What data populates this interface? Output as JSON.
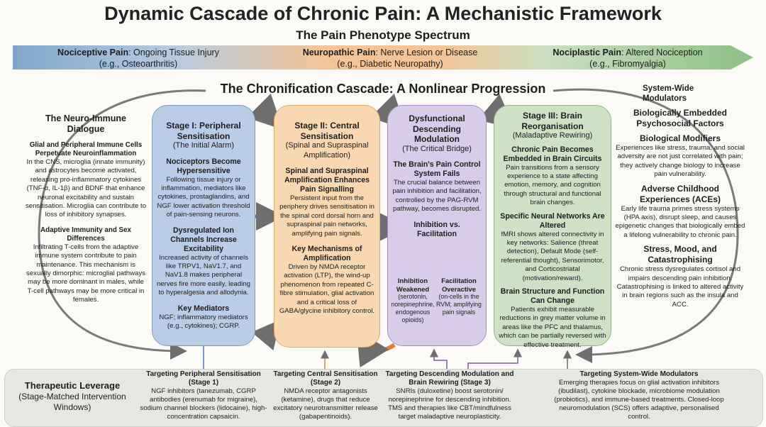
{
  "title": "Dynamic Cascade of Chronic Pain: A Mechanistic Framework",
  "spectrum": {
    "title": "The Pain Phenotype Spectrum",
    "items": [
      {
        "name": "Nociceptive Pain",
        "desc": ": Ongoing Tissue Injury",
        "example": "(e.g., Osteoarthritis)",
        "color": "#7fa6c9"
      },
      {
        "name": "Neuropathic Pain",
        "desc": ": Nerve Lesion or Disease",
        "example": "(e.g., Diabetic Neuropathy)",
        "color": "#f0b47e"
      },
      {
        "name": "Nociplastic Pain",
        "desc": ": Altered Nociception",
        "example": "(e.g., Fibromyalgia)",
        "color": "#9cc491"
      }
    ]
  },
  "cascade_title": "The Chronification Cascade: A Nonlinear Progression",
  "neuro_immune": {
    "title": "The Neuro-Immune Dialogue",
    "sections": [
      {
        "heading": "Glial and Peripheral Immune Cells Perpetuate Neuroinflammation",
        "body": "In the CNS, microglia (innate immunity) and astrocytes become activated, releasing pro-inflammatory cytokines (TNF-α, IL-1β) and BDNF that enhance neuronal excitability and sustain sensitisation. Microglia can contribute to loss of inhibitory synapses."
      },
      {
        "heading": "Adaptive Immunity and Sex Differences",
        "body": "Infiltrating T-cells from the adaptive immune system contribute to pain maintenance. This mechanism is sexually dimorphic: microglial pathways may be more dominant in males, while T-cell pathways may be more critical in females."
      }
    ]
  },
  "stage1": {
    "title": "Stage I: Peripheral Sensitisation",
    "subtitle": "(The Initial Alarm)",
    "color": "#b9cde6",
    "sections": [
      {
        "heading": "Nociceptors Become Hypersensitive",
        "body": "Following tissue injury or inflammation, mediators like cytokines, prostaglandins, and NGF lower activation threshold of pain-sensing neurons."
      },
      {
        "heading": "Dysregulated Ion Channels Increase Excitability",
        "body": "Increased activity of channels like TRPV1, NaV1.7, and NaV1.8 makes peripheral nerves fire more easily, leading to hyperalgesia and allodynia."
      },
      {
        "heading": "Key Mediators",
        "body": "NGF; inflammatory mediators (e.g., cytokines); CGRP."
      }
    ]
  },
  "stage2": {
    "title": "Stage II: Central Sensitisation",
    "subtitle": "(Spinal and Supraspinal Amplification)",
    "color": "#f8d7b2",
    "sections": [
      {
        "heading": "Spinal and Supraspinal Amplification Enhances Pain Signalling",
        "body": "Persistent input from the periphery drives sensitisation in the spinal cord dorsal horn and supraspinal pain networks, amplifying pain signals."
      },
      {
        "heading": "Key Mechanisms of Amplification",
        "body": "Driven by NMDA receptor activation (LTP), the wind-up phenomenon from repeated C-fibre stimulation, glial activation and a critical loss of GABA/glycine inhibitory control."
      }
    ]
  },
  "modulation": {
    "title": "Dysfunctional Descending Modulation",
    "subtitle": "(The Critical Bridge)",
    "color": "#d9cce8",
    "sections": [
      {
        "heading": "The Brain's Pain Control System Fails",
        "body": "The crucial balance between pain inhibition and facilitation, controlled by the PAG-RVM pathway, becomes disrupted."
      }
    ],
    "balance_title": "Inhibition vs. Facilitation",
    "inhibition": {
      "heading": "Inhibition Weakened",
      "body": "(serotonin, norepinephrine, endogenous opioids)",
      "color": "#b8433a"
    },
    "facilitation": {
      "heading": "Facilitation Overactive",
      "body": "(on-cells in the RVM; amplifying pain signals",
      "color": "#5e9b57"
    }
  },
  "stage3": {
    "title": "Stage III: Brain Reorganisation",
    "subtitle": "(Maladaptive Rewiring)",
    "color": "#cfe1c5",
    "sections": [
      {
        "heading": "Chronic Pain Becomes Embedded in Brain Circuits",
        "body": "Pain transitions from a sensory experience to a state affecting emotion, memory, and cognition through structural and functional brain changes."
      },
      {
        "heading": "Specific Neural Networks Are Altered",
        "body": "fMRI shows altered connectivity in key networks: Salience (threat detection), Default Mode (self-referential thought), Sensorimotor, and Corticostriatal (motivation/reward)."
      },
      {
        "heading": "Brain Structure and Function Can Change",
        "body": "Patients exhibit measurable reductions in grey matter volume in areas like the PFC and thalamus, which can be partially reversed with effective treatment."
      }
    ]
  },
  "system_wide": {
    "title": "System-Wide Modulators",
    "subtitle": "Biologically Embedded Psychosocial Factors",
    "sections": [
      {
        "heading": "Biological Modifiers",
        "body": "Experiences like stress, trauma, and social adversity are not just correlated with pain; they actively change biology to increase pain vulnerability."
      },
      {
        "heading": "Adverse Childhood Experiences (ACEs)",
        "body": "Early life trauma primes stress systems (HPA axis), disrupt sleep, and causes epigenetic changes that biologically embed a lifelong vulnerability to chronic pain."
      },
      {
        "heading": "Stress, Mood, and Catastrophising",
        "body": "Chronic stress dysregulates cortisol and impairs descending pain inhibition. Catastrophising is linked to altered activity in brain regions such as the insula and ACC."
      }
    ]
  },
  "therapy": {
    "title": "Therapeutic Leverage",
    "subtitle": "(Stage-Matched Intervention Windows)",
    "items": [
      {
        "heading": "Targeting Peripheral Sensitisation (Stage 1)",
        "body": "NGF inhibitors (tanezumab, CGRP antibodies (erenumab for migraine), sodium channel blockers (lidocaine), high-concentration capsaicin."
      },
      {
        "heading": "Targeting Central Sensitisation (Stage 2)",
        "body": "NMDA receptor antagonists (ketamine), drugs that reduce excitatory neurotransmitter release (gabapentinoids)."
      },
      {
        "heading": "Targeting Descending Modulation and Brain Rewiring (Stage 3)",
        "body": "SNRIs (duloxetine) boost serotonin/ norepinephrine for descending inhibition. TMS and therapies like CBT/mindfulness target maladaptive neuroplasticity."
      },
      {
        "heading": "Targeting System-Wide Modulators",
        "body": "Emerging therapies focus on glial activation inhibitors (ibudilast), cytokine blockade, microbiome modulation (probiotics), and immune-based treatments. Closed-loop neuromodulation (SCS) offers adaptive, personalised control."
      }
    ]
  }
}
